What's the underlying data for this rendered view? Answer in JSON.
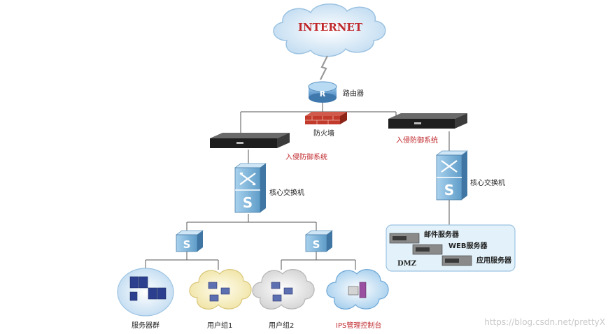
{
  "internet": "INTERNET",
  "router": "路由器",
  "firewall": "防火墙",
  "ips_left": "入侵防御系统",
  "ips_right": "入侵防御系统",
  "core_switch_left": "核心交换机",
  "core_switch_right": "核心交换机",
  "server_cluster": "服务器群",
  "user_group1": "用户组1",
  "user_group2": "用户组2",
  "ips_console": "IPS管理控制台",
  "dmz": {
    "label": "DMZ",
    "mail_server": "邮件服务器",
    "web_server": "WEB服务器",
    "app_server": "应用服务器"
  },
  "watermark": "https://blog.csdn.net/prettyX",
  "colors": {
    "red_label": "#c0282c",
    "switch_blue": "#7fb6da",
    "dmz_bg": "#e3f2fa"
  }
}
